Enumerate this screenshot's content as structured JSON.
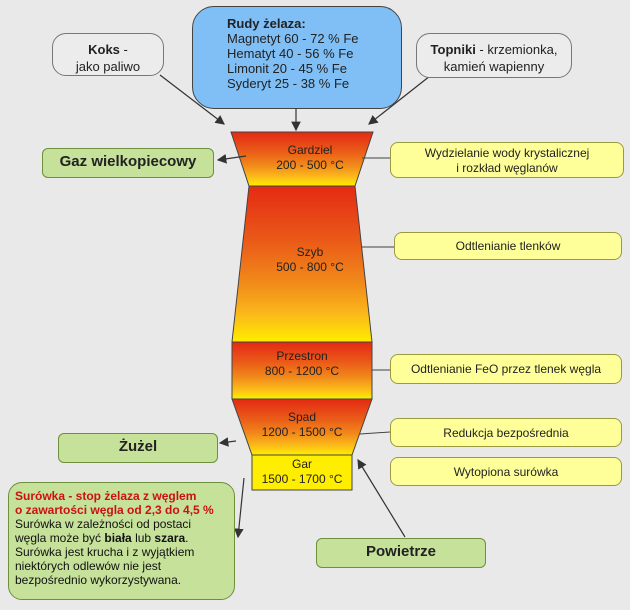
{
  "inputs": {
    "koks": {
      "title": "Koks",
      "suffix": " -",
      "line2": "jako paliwo"
    },
    "ore": {
      "title": "Rudy żelaza:",
      "lines": [
        "Magnetyt 60 - 72 % Fe",
        "Hematyt 40 - 56 % Fe",
        "Limonit 20 - 45 % Fe",
        "Syderyt 25 - 38 % Fe"
      ]
    },
    "topniki": {
      "title": "Topniki",
      "rest": " - krzemionka,",
      "line2": "kamień wapienny"
    }
  },
  "zones": [
    {
      "name": "Gardziel",
      "temp": "200 - 500 °C"
    },
    {
      "name": "Szyb",
      "temp": "500 - 800 °C"
    },
    {
      "name": "Przestron",
      "temp": "800 - 1200 °C"
    },
    {
      "name": "Spad",
      "temp": "1200 - 1500 °C"
    },
    {
      "name": "Gar",
      "temp": "1500 - 1700 °C"
    }
  ],
  "outputs": {
    "gas": "Gaz wielkopiecowy",
    "slag": "Żużel",
    "air": "Powietrze"
  },
  "processes": [
    "Wydzielanie wody krystalicznej",
    "i rozkład węglanów",
    "Odtlenianie tlenków",
    "Odtlenianie FeO przez tlenek węgla",
    "Redukcja bezpośrednia",
    "Wytopiona surówka"
  ],
  "info": {
    "heading1": "Surówka - stop żelaza z węglem",
    "heading2": "o zawartości węgla od 2,3 do 4,5 %",
    "t1": "Surówka w zależności od postaci",
    "t2a": "węgla może być ",
    "biala": "biała",
    "t2b": " lub ",
    "szara": "szara",
    "t2c": ".",
    "t3": "Surówka jest krucha i z wyjątkiem",
    "t4": "niektórych odlewów nie jest",
    "t5": "bezpośrednio wykorzystywana."
  },
  "colors": {
    "top": "#e42a14",
    "bottom": "#ffee00",
    "green": "#c6e19a",
    "yellow": "#ffff99",
    "blue": "#7fbff5"
  }
}
